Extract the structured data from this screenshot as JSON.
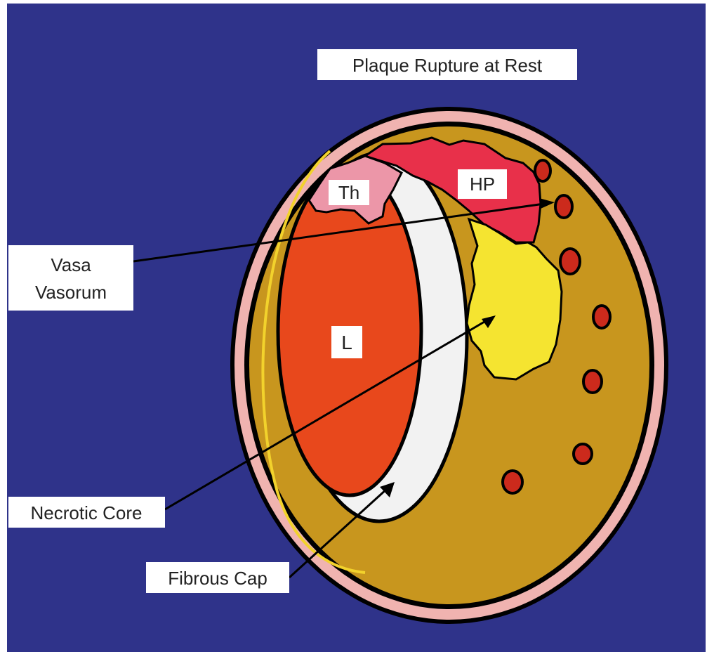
{
  "title": "Plaque Rupture at Rest",
  "labels": {
    "vasa_vasorum_line1": "Vasa",
    "vasa_vasorum_line2": "Vasorum",
    "necrotic_core": "Necrotic Core",
    "fibrous_cap": "Fibrous Cap",
    "lumen": "L",
    "thrombus": "Th",
    "hemorrhage": "HP"
  },
  "colors": {
    "background": "#2f338a",
    "adventitia": "#f0b3b0",
    "plaque": "#c8961e",
    "lumen": "#e8481c",
    "fibrous_cap": "#f2f2f2",
    "hemorrhage": "#e8304a",
    "thrombus": "#ec96a8",
    "necrotic_core": "#f5e430",
    "vessel": "#cc2a1c",
    "outline": "#000000"
  }
}
